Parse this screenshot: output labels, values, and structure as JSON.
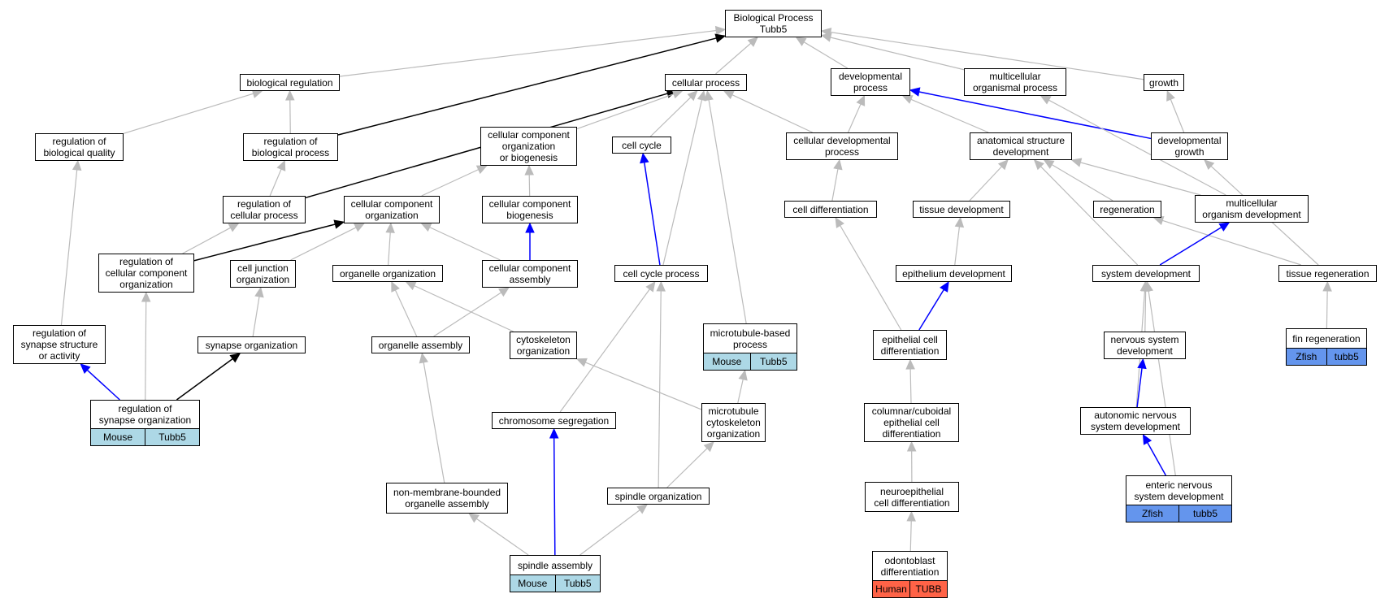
{
  "colors": {
    "edge_default": "#bbbbbb",
    "edge_blue": "#0000ff",
    "edge_black": "#000000",
    "mouse": "#add8e6",
    "zfish": "#6495ed",
    "human": "#ff6347"
  },
  "nodes": [
    {
      "id": "bp",
      "label": "Biological Process\nTubb5"
    },
    {
      "id": "breg",
      "label": "biological regulation"
    },
    {
      "id": "cp",
      "label": "cellular process"
    },
    {
      "id": "dp",
      "label": "developmental\nprocess"
    },
    {
      "id": "mop",
      "label": "multicellular\norganismal process"
    },
    {
      "id": "growth",
      "label": "growth"
    },
    {
      "id": "rbq",
      "label": "regulation of\nbiological quality"
    },
    {
      "id": "rbp",
      "label": "regulation of\nbiological process"
    },
    {
      "id": "ccob",
      "label": "cellular component\norganization\nor biogenesis"
    },
    {
      "id": "cc",
      "label": "cell cycle"
    },
    {
      "id": "cdp",
      "label": "cellular developmental\nprocess"
    },
    {
      "id": "asd",
      "label": "anatomical structure\ndevelopment"
    },
    {
      "id": "dg",
      "label": "developmental\ngrowth"
    },
    {
      "id": "rcp",
      "label": "regulation of\ncellular process"
    },
    {
      "id": "cco",
      "label": "cellular component\norganization"
    },
    {
      "id": "ccb",
      "label": "cellular component\nbiogenesis"
    },
    {
      "id": "cdiff",
      "label": "cell differentiation"
    },
    {
      "id": "td",
      "label": "tissue development"
    },
    {
      "id": "regen",
      "label": "regeneration"
    },
    {
      "id": "mod",
      "label": "multicellular\norganism development"
    },
    {
      "id": "rcco",
      "label": "regulation of\ncellular component\norganization"
    },
    {
      "id": "cjo",
      "label": "cell junction\norganization"
    },
    {
      "id": "oo",
      "label": "organelle organization"
    },
    {
      "id": "cca",
      "label": "cellular component\nassembly"
    },
    {
      "id": "ccp",
      "label": "cell cycle process"
    },
    {
      "id": "ed",
      "label": "epithelium development"
    },
    {
      "id": "sd",
      "label": "system development"
    },
    {
      "id": "tr",
      "label": "tissue regeneration"
    },
    {
      "id": "rssa",
      "label": "regulation of\nsynapse structure\nor activity"
    },
    {
      "id": "so",
      "label": "synapse organization"
    },
    {
      "id": "oa",
      "label": "organelle assembly"
    },
    {
      "id": "co",
      "label": "cytoskeleton\norganization"
    },
    {
      "id": "mbp",
      "label": "microtubule-based\nprocess",
      "annot": [
        "Mouse",
        "Tubb5"
      ],
      "species": "mouse"
    },
    {
      "id": "ecd",
      "label": "epithelial cell\ndifferentiation"
    },
    {
      "id": "nsd",
      "label": "nervous system\ndevelopment"
    },
    {
      "id": "fr",
      "label": "fin regeneration",
      "annot": [
        "Zfish",
        "tubb5"
      ],
      "species": "zfish"
    },
    {
      "id": "rso",
      "label": "regulation of\nsynapse organization",
      "annot": [
        "Mouse",
        "Tubb5"
      ],
      "species": "mouse"
    },
    {
      "id": "cs",
      "label": "chromosome segregation"
    },
    {
      "id": "mco",
      "label": "microtubule\ncytoskeleton\norganization"
    },
    {
      "id": "cecd",
      "label": "columnar/cuboidal\nepithelial cell\ndifferentiation"
    },
    {
      "id": "ansd",
      "label": "autonomic nervous\nsystem development"
    },
    {
      "id": "nmboa",
      "label": "non-membrane-bounded\norganelle assembly"
    },
    {
      "id": "spo",
      "label": "spindle organization"
    },
    {
      "id": "necd",
      "label": "neuroepithelial\ncell differentiation"
    },
    {
      "id": "ensd",
      "label": "enteric nervous\nsystem development",
      "annot": [
        "Zfish",
        "tubb5"
      ],
      "species": "zfish"
    },
    {
      "id": "sa",
      "label": "spindle assembly",
      "annot": [
        "Mouse",
        "Tubb5"
      ],
      "species": "mouse"
    },
    {
      "id": "od",
      "label": "odontoblast\ndifferentiation",
      "annot": [
        "Human",
        "TUBB"
      ],
      "species": "human"
    }
  ],
  "edges": [
    {
      "from": "breg",
      "to": "bp",
      "color": "gray"
    },
    {
      "from": "cp",
      "to": "bp",
      "color": "gray"
    },
    {
      "from": "dp",
      "to": "bp",
      "color": "gray"
    },
    {
      "from": "mop",
      "to": "bp",
      "color": "gray"
    },
    {
      "from": "growth",
      "to": "bp",
      "color": "gray"
    },
    {
      "from": "rbp",
      "to": "bp",
      "color": "black"
    },
    {
      "from": "rbq",
      "to": "breg",
      "color": "gray"
    },
    {
      "from": "rbp",
      "to": "breg",
      "color": "gray"
    },
    {
      "from": "rcp",
      "to": "rbp",
      "color": "gray"
    },
    {
      "from": "rcp",
      "to": "cp",
      "color": "black"
    },
    {
      "from": "ccob",
      "to": "cp",
      "color": "gray"
    },
    {
      "from": "cc",
      "to": "cp",
      "color": "gray"
    },
    {
      "from": "ccp",
      "to": "cp",
      "color": "gray"
    },
    {
      "from": "mbp",
      "to": "cp",
      "color": "gray"
    },
    {
      "from": "cdp",
      "to": "cp",
      "color": "gray"
    },
    {
      "from": "cdp",
      "to": "dp",
      "color": "gray"
    },
    {
      "from": "asd",
      "to": "dp",
      "color": "gray"
    },
    {
      "from": "dg",
      "to": "dp",
      "color": "blue"
    },
    {
      "from": "mod",
      "to": "mop",
      "color": "gray"
    },
    {
      "from": "dg",
      "to": "growth",
      "color": "gray"
    },
    {
      "from": "cco",
      "to": "ccob",
      "color": "gray"
    },
    {
      "from": "ccb",
      "to": "ccob",
      "color": "gray"
    },
    {
      "from": "ccp",
      "to": "cc",
      "color": "blue"
    },
    {
      "from": "cdiff",
      "to": "cdp",
      "color": "gray"
    },
    {
      "from": "td",
      "to": "asd",
      "color": "gray"
    },
    {
      "from": "regen",
      "to": "asd",
      "color": "gray"
    },
    {
      "from": "mod",
      "to": "asd",
      "color": "gray"
    },
    {
      "from": "sd",
      "to": "asd",
      "color": "gray"
    },
    {
      "from": "rcco",
      "to": "rcp",
      "color": "gray"
    },
    {
      "from": "rcco",
      "to": "cco",
      "color": "black"
    },
    {
      "from": "cjo",
      "to": "cco",
      "color": "gray"
    },
    {
      "from": "oo",
      "to": "cco",
      "color": "gray"
    },
    {
      "from": "cca",
      "to": "cco",
      "color": "gray"
    },
    {
      "from": "cca",
      "to": "ccb",
      "color": "blue"
    },
    {
      "from": "ecd",
      "to": "cdiff",
      "color": "gray"
    },
    {
      "from": "ed",
      "to": "td",
      "color": "gray"
    },
    {
      "from": "tr",
      "to": "regen",
      "color": "gray"
    },
    {
      "from": "sd",
      "to": "mod",
      "color": "blue"
    },
    {
      "from": "tr",
      "to": "dg",
      "color": "gray"
    },
    {
      "from": "rso",
      "to": "rcco",
      "color": "gray"
    },
    {
      "from": "so",
      "to": "cjo",
      "color": "gray"
    },
    {
      "from": "oa",
      "to": "oo",
      "color": "gray"
    },
    {
      "from": "co",
      "to": "oo",
      "color": "gray"
    },
    {
      "from": "oa",
      "to": "cca",
      "color": "gray"
    },
    {
      "from": "cs",
      "to": "ccp",
      "color": "gray"
    },
    {
      "from": "spo",
      "to": "ccp",
      "color": "gray"
    },
    {
      "from": "ecd",
      "to": "ed",
      "color": "blue"
    },
    {
      "from": "nsd",
      "to": "sd",
      "color": "gray"
    },
    {
      "from": "ansd",
      "to": "sd",
      "color": "gray"
    },
    {
      "from": "ensd",
      "to": "sd",
      "color": "gray"
    },
    {
      "from": "fr",
      "to": "tr",
      "color": "gray"
    },
    {
      "from": "rso",
      "to": "rssa",
      "color": "blue"
    },
    {
      "from": "rssa",
      "to": "rbq",
      "color": "gray"
    },
    {
      "from": "rso",
      "to": "so",
      "color": "black"
    },
    {
      "from": "nmboa",
      "to": "oa",
      "color": "gray"
    },
    {
      "from": "mco",
      "to": "co",
      "color": "gray"
    },
    {
      "from": "mco",
      "to": "mbp",
      "color": "gray"
    },
    {
      "from": "cecd",
      "to": "ecd",
      "color": "gray"
    },
    {
      "from": "ansd",
      "to": "nsd",
      "color": "blue"
    },
    {
      "from": "sa",
      "to": "cs",
      "color": "blue"
    },
    {
      "from": "spo",
      "to": "mco",
      "color": "gray"
    },
    {
      "from": "necd",
      "to": "cecd",
      "color": "gray"
    },
    {
      "from": "ensd",
      "to": "ansd",
      "color": "blue"
    },
    {
      "from": "sa",
      "to": "nmboa",
      "color": "gray"
    },
    {
      "from": "sa",
      "to": "spo",
      "color": "gray"
    },
    {
      "from": "od",
      "to": "necd",
      "color": "gray"
    }
  ]
}
